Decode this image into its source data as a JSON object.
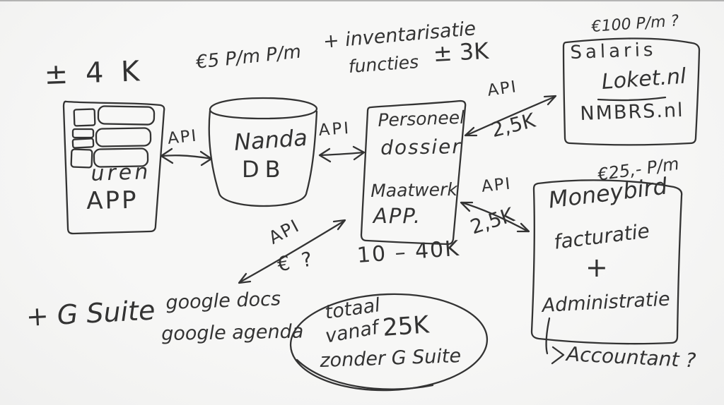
{
  "board": {
    "bg": "#f5f5f4",
    "ink": "#333333"
  },
  "uren_app": {
    "cost": "± 4 K",
    "line1": "uren",
    "line2": "APP"
  },
  "nanda_db": {
    "cost": "€5 P/m P/m",
    "line1": "Nanda",
    "line2": "DB"
  },
  "inventarisatie_note": {
    "line1": "+ inventarisatie",
    "line2": "functies",
    "cost": "± 3K"
  },
  "personeel_app": {
    "line1": "Personeel",
    "line2": "dossier",
    "line3": "Maatwerk",
    "line4": "APP.",
    "cost": "10 – 40K"
  },
  "salaris": {
    "cost": "€100 P/m ?",
    "line1": "Salaris",
    "line2": "Loket.nl",
    "line3": "NMBRS.nl"
  },
  "moneybird": {
    "cost": "€25,- P/m",
    "line1": "Moneybird",
    "line2": "facturatie",
    "line3": "+",
    "line4": "Administratie",
    "note": "Accountant ?"
  },
  "gsuite_note": {
    "label": "+ G Suite"
  },
  "google": {
    "line1": "google docs",
    "line2": "google agenda"
  },
  "total_note": {
    "line1": "totaal",
    "line2a": "vanaf",
    "line2b": "25K",
    "line3": "zonder G Suite"
  },
  "arrows": {
    "uren_db": {
      "label": "API"
    },
    "db_personeel": {
      "label": "API"
    },
    "personeel_salaris": {
      "label": "API",
      "cost": "2,5K"
    },
    "personeel_moneybird": {
      "label": "API",
      "cost": "2,5K"
    },
    "personeel_google": {
      "label": "API",
      "cost": "€ ?"
    }
  }
}
